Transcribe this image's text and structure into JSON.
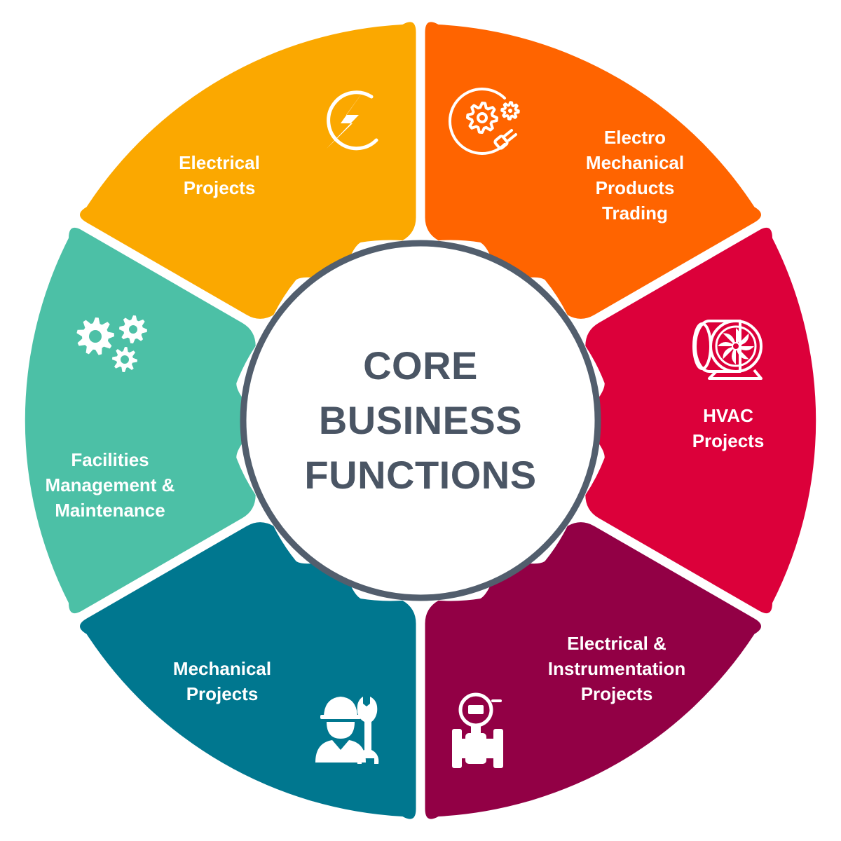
{
  "center": {
    "lines": [
      "CORE",
      "BUSINESS",
      "FUNCTIONS"
    ],
    "text_color": "#4a5564",
    "ring_color": "#525e6d"
  },
  "segments": [
    {
      "id": "electrical-projects",
      "lines": [
        "Electrical",
        "Projects"
      ],
      "color": "#fba800",
      "icon": "lightning-bolt-icon"
    },
    {
      "id": "electro-mechanical-trading",
      "lines": [
        "Electro",
        "Mechanical",
        "Products",
        "Trading"
      ],
      "color": "#ff6400",
      "icon": "gears-plug-icon"
    },
    {
      "id": "hvac-projects",
      "lines": [
        "HVAC",
        "Projects"
      ],
      "color": "#dc003a",
      "icon": "fan-unit-icon"
    },
    {
      "id": "electrical-instrumentation",
      "lines": [
        "Electrical &",
        "Instrumentation",
        "Projects"
      ],
      "color": "#920045",
      "icon": "flow-meter-icon"
    },
    {
      "id": "mechanical-projects",
      "lines": [
        "Mechanical",
        "Projects"
      ],
      "color": "#00778f",
      "icon": "worker-wrench-icon"
    },
    {
      "id": "facilities-management",
      "lines": [
        "Facilities",
        "Management &",
        "Maintenance"
      ],
      "color": "#4cc0a6",
      "icon": "gears-icon"
    }
  ]
}
